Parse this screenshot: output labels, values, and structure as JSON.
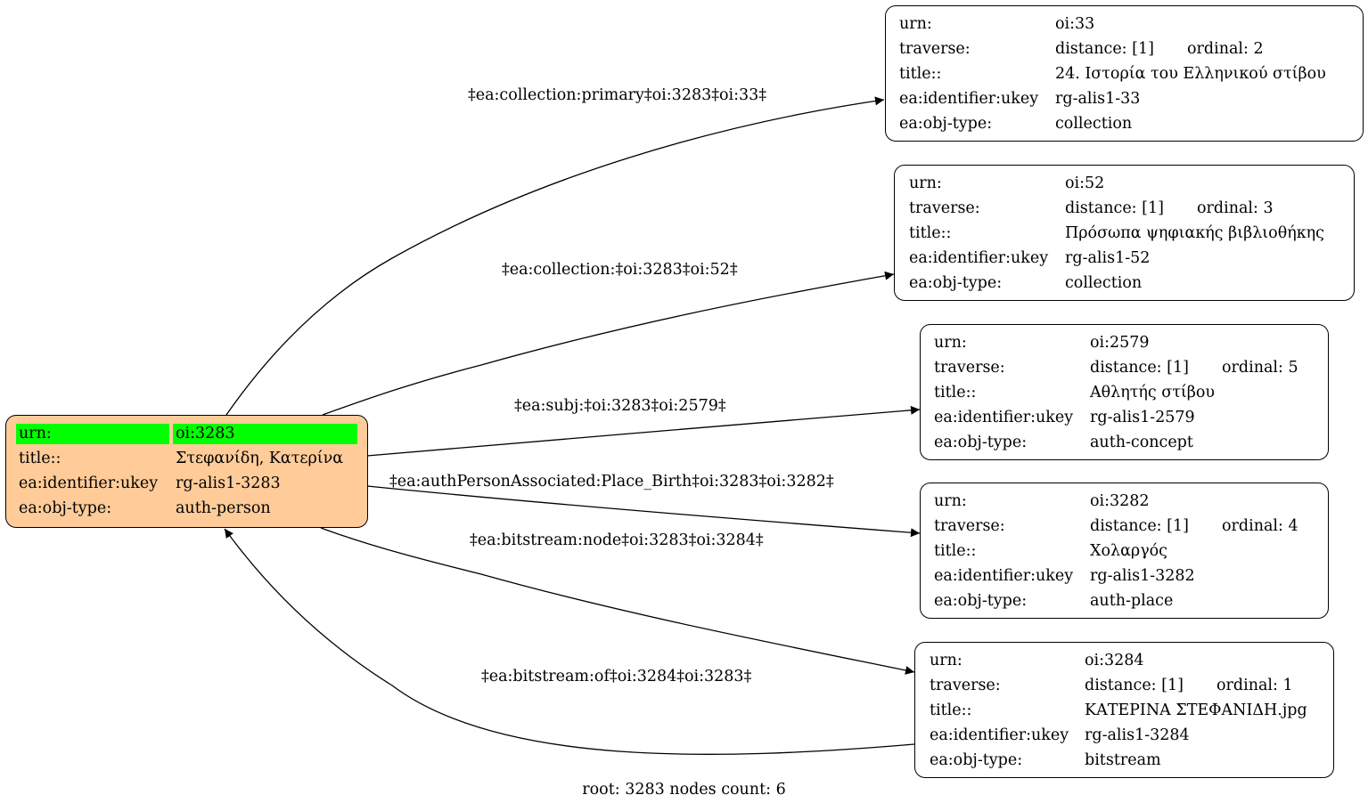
{
  "graph": {
    "root": {
      "rows": [
        {
          "key": "urn:",
          "value": "oi:3283",
          "highlight": true
        },
        {
          "key": "title::",
          "value": "Στεφανίδη, Κατερίνα"
        },
        {
          "key": "ea:identifier:ukey",
          "value": "rg-alis1-3283"
        },
        {
          "key": "ea:obj-type:",
          "value": "auth-person"
        }
      ],
      "fill": "#ffcc99",
      "highlight_color": "#00ff00"
    },
    "nodes": [
      {
        "urn_key": "urn:",
        "urn": "oi:33",
        "traverse_key": "traverse:",
        "distance": "distance: [1]",
        "ordinal": "ordinal: 2",
        "title_key": "title::",
        "title": "24. Ιστορία του Ελληνικού  στίβου",
        "ukey_key": "ea:identifier:ukey",
        "ukey": "rg-alis1-33",
        "type_key": "ea:obj-type:",
        "type": "collection"
      },
      {
        "urn_key": "urn:",
        "urn": "oi:52",
        "traverse_key": "traverse:",
        "distance": "distance: [1]",
        "ordinal": "ordinal: 3",
        "title_key": "title::",
        "title": "Πρόσωπα ψηφιακής βιβλιοθήκης",
        "ukey_key": "ea:identifier:ukey",
        "ukey": "rg-alis1-52",
        "type_key": "ea:obj-type:",
        "type": "collection"
      },
      {
        "urn_key": "urn:",
        "urn": "oi:2579",
        "traverse_key": "traverse:",
        "distance": "distance: [1]",
        "ordinal": "ordinal: 5",
        "title_key": "title::",
        "title": "Αθλητής στίβου",
        "ukey_key": "ea:identifier:ukey",
        "ukey": "rg-alis1-2579",
        "type_key": "ea:obj-type:",
        "type": "auth-concept"
      },
      {
        "urn_key": "urn:",
        "urn": "oi:3282",
        "traverse_key": "traverse:",
        "distance": "distance: [1]",
        "ordinal": "ordinal: 4",
        "title_key": "title::",
        "title": "Χολαργός",
        "ukey_key": "ea:identifier:ukey",
        "ukey": "rg-alis1-3282",
        "type_key": "ea:obj-type:",
        "type": "auth-place"
      },
      {
        "urn_key": "urn:",
        "urn": "oi:3284",
        "traverse_key": "traverse:",
        "distance": "distance: [1]",
        "ordinal": "ordinal: 1",
        "title_key": "title::",
        "title": "ΚΑΤΕΡΙΝΑ ΣΤΕΦΑΝΙΔΗ.jpg",
        "ukey_key": "ea:identifier:ukey",
        "ukey": "rg-alis1-3284",
        "type_key": "ea:obj-type:",
        "type": "bitstream"
      }
    ],
    "edges": [
      {
        "label": "‡ea:collection:primary‡oi:3283‡oi:33‡"
      },
      {
        "label": "‡ea:collection:‡oi:3283‡oi:52‡"
      },
      {
        "label": "‡ea:subj:‡oi:3283‡oi:2579‡"
      },
      {
        "label": "‡ea:authPersonAssociated:Place_Birth‡oi:3283‡oi:3282‡"
      },
      {
        "label": "‡ea:bitstream:node‡oi:3283‡oi:3284‡"
      },
      {
        "label": "‡ea:bitstream:of‡oi:3284‡oi:3283‡"
      }
    ],
    "footer": "root: 3283 nodes count: 6"
  }
}
